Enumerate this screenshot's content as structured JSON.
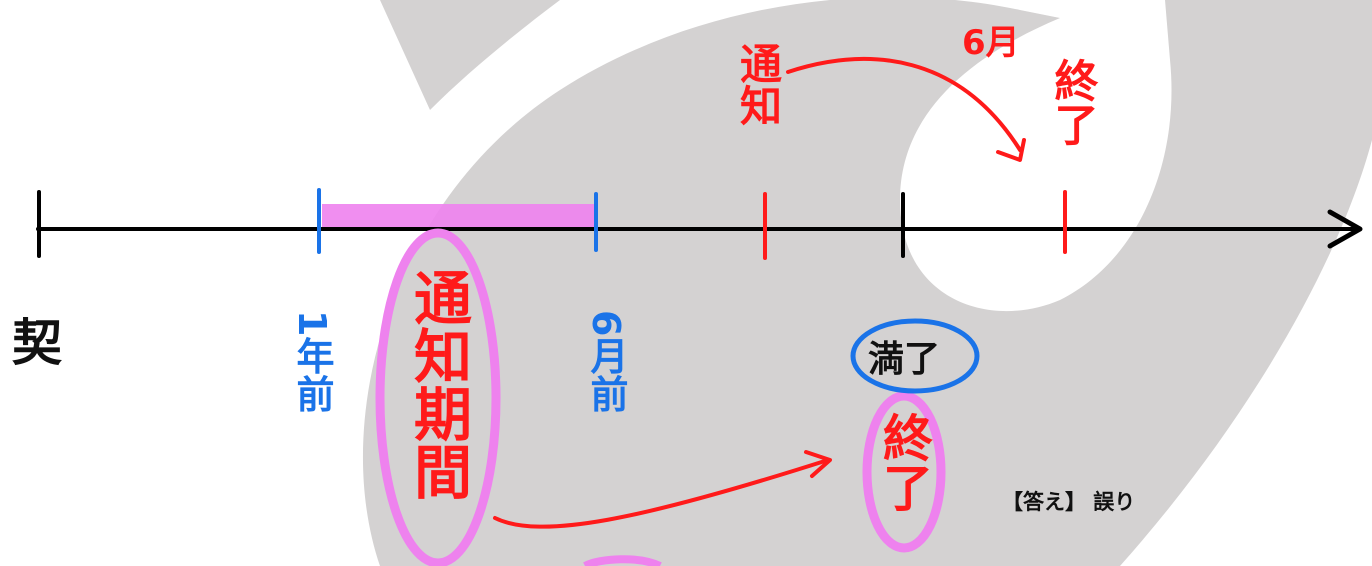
{
  "colors": {
    "axis": "#000000",
    "blue": "#1a73e8",
    "red": "#ff1a1a",
    "highlight": "#ee82ee",
    "watermark": "#d4d2d2"
  },
  "icons": {
    "watermark": "watermark-logo-icon",
    "arrow": "arrowhead-icon"
  },
  "labels": {
    "contract": "契",
    "one_year_before": "1年前",
    "six_months_before": "6月前",
    "notice_period": "通知期間",
    "notice": "通知",
    "six_months": "6月",
    "end_top": "終了",
    "end_bottom": "終了",
    "expiry": "満了"
  },
  "answer": "【答え】 誤り"
}
